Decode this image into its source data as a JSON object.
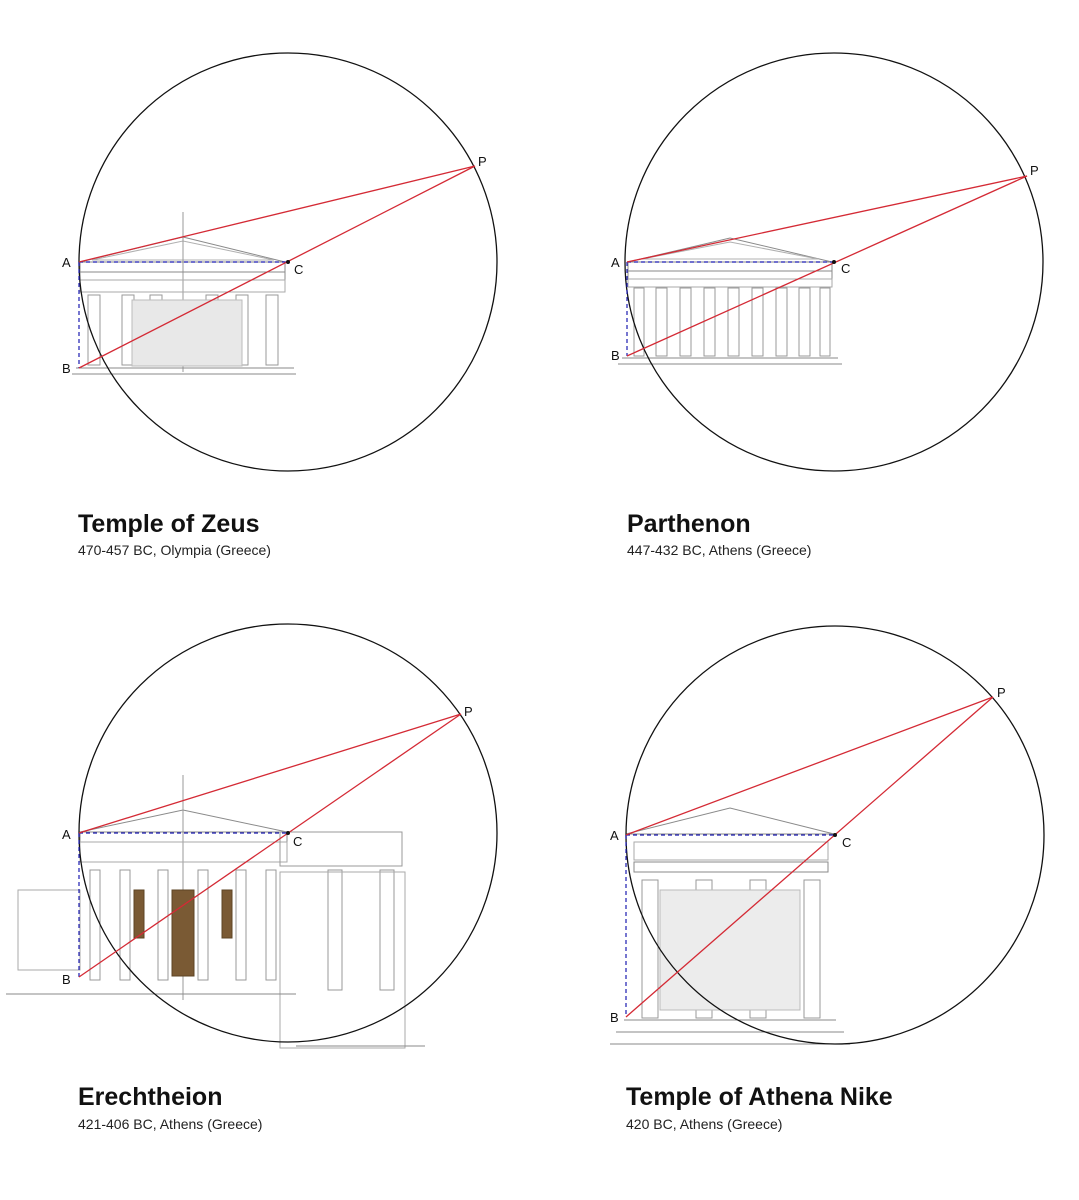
{
  "colors": {
    "circle": "#111111",
    "red": "#d42a35",
    "blue": "#1b1bb0",
    "sketch": "#8a8a8a",
    "wood": "#7a5a34"
  },
  "panels": [
    {
      "title": "Temple of Zeus",
      "subtitle": "470-457 BC, Olympia (Greece)",
      "labels": {
        "A": "A",
        "B": "B",
        "C": "C",
        "P": "P"
      }
    },
    {
      "title": "Parthenon",
      "subtitle": "447-432 BC, Athens (Greece)",
      "labels": {
        "A": "A",
        "B": "B",
        "C": "C",
        "P": "P"
      }
    },
    {
      "title": "Erechtheion",
      "subtitle": "421-406 BC, Athens (Greece)",
      "labels": {
        "A": "A",
        "B": "B",
        "C": "C",
        "P": "P"
      }
    },
    {
      "title": "Temple of Athena Nike",
      "subtitle": "420 BC, Athens (Greece)",
      "labels": {
        "A": "A",
        "B": "B",
        "C": "C",
        "P": "P"
      }
    }
  ]
}
